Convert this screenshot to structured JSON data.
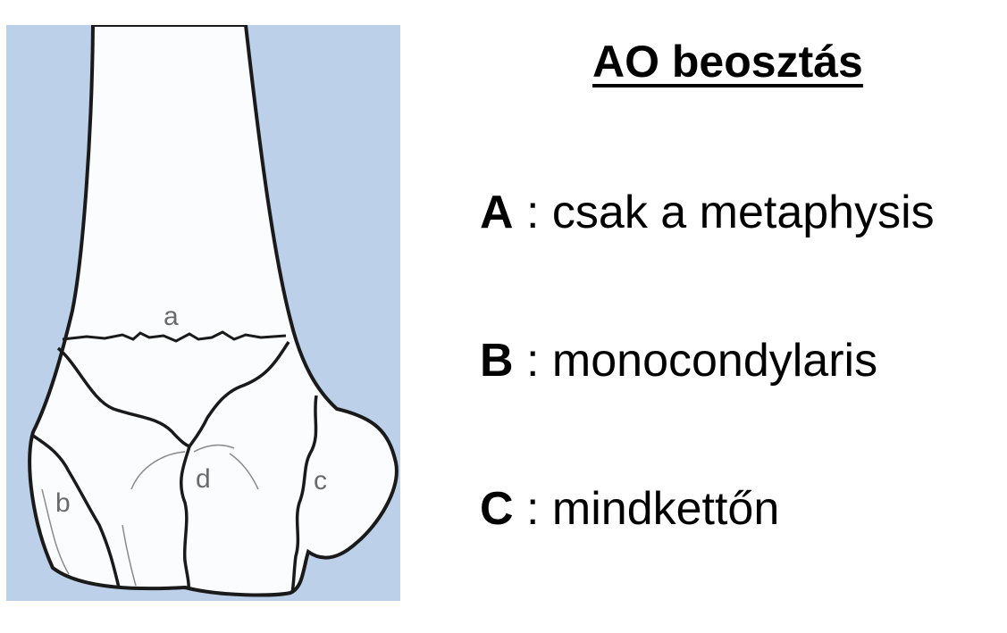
{
  "title": "AO beosztás",
  "colors": {
    "background_panel": "#bdd0ea",
    "bone_fill": "#fbfcfd",
    "outline": "#1a1a1a"
  },
  "illustration": {
    "labels": {
      "a": "a",
      "b": "b",
      "c": "c",
      "d": "d"
    }
  },
  "types": [
    {
      "letter": "A",
      "separator": " : ",
      "text": "csak a metaphysis"
    },
    {
      "letter": "B",
      "separator": " : ",
      "text": "monocondylaris"
    },
    {
      "letter": "C",
      "separator": " : ",
      "text": "mindkettőn"
    }
  ]
}
